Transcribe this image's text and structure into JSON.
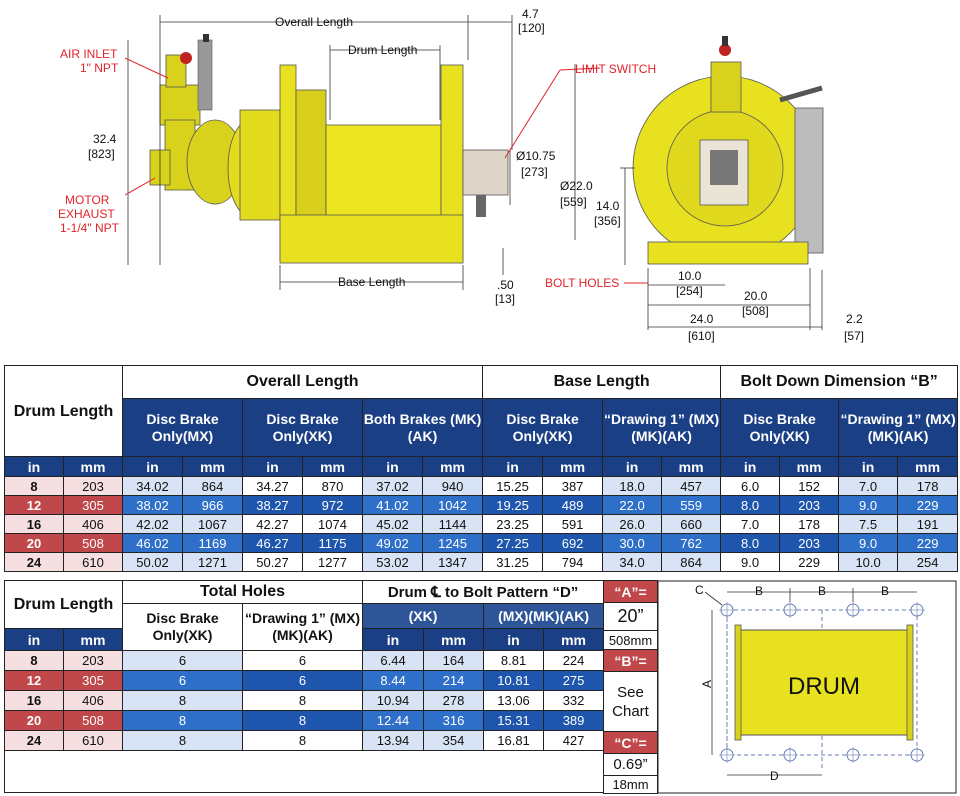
{
  "labels": {
    "overall_length": "Overall Length",
    "drum_length": "Drum Length",
    "dim_4_7": "4.7",
    "dim_120": "[120]",
    "air_inlet_1": "AIR INLET",
    "air_inlet_2": "1\" NPT",
    "limit_switch": "LIMIT SWITCH",
    "dim_32_4": "32.4",
    "dim_823": "[823]",
    "motor_exhaust_1": "MOTOR",
    "motor_exhaust_2": "EXHAUST",
    "motor_exhaust_3": "1-1/4\" NPT",
    "dia_10_75": "Ø10.75",
    "dim_273": "[273]",
    "dia_22": "Ø22.0",
    "dim_559": "[559]",
    "base_length": "Base Length",
    "dim_050": ".50",
    "dim_13": "[13]",
    "dim_14": "14.0",
    "dim_356": "[356]",
    "bolt_holes": "BOLT HOLES",
    "dim_10": "10.0",
    "dim_254": "[254]",
    "dim_20": "20.0",
    "dim_508": "[508]",
    "dim_24": "24.0",
    "dim_610": "[610]",
    "dim_2_2": "2.2",
    "dim_57": "[57]"
  },
  "table1": {
    "drum_length": "Drum Length",
    "groups": {
      "overall": "Overall Length",
      "base": "Base Length",
      "bolt": "Bolt Down Dimension “B”"
    },
    "sub": [
      "Disc Brake Only(MX)",
      "Disc Brake Only(XK)",
      "Both Brakes (MK)(AK)",
      "Disc Brake Only(XK)",
      "“Drawing 1” (MX)(MK)(AK)",
      "Disc Brake Only(XK)",
      "“Drawing 1” (MX)(MK)(AK)"
    ],
    "unit_in": "in",
    "unit_mm": "mm",
    "rows": [
      [
        "8",
        "203",
        "34.02",
        "864",
        "34.27",
        "870",
        "37.02",
        "940",
        "15.25",
        "387",
        "18.0",
        "457",
        "6.0",
        "152",
        "7.0",
        "178"
      ],
      [
        "12",
        "305",
        "38.02",
        "966",
        "38.27",
        "972",
        "41.02",
        "1042",
        "19.25",
        "489",
        "22.0",
        "559",
        "8.0",
        "203",
        "9.0",
        "229"
      ],
      [
        "16",
        "406",
        "42.02",
        "1067",
        "42.27",
        "1074",
        "45.02",
        "1144",
        "23.25",
        "591",
        "26.0",
        "660",
        "7.0",
        "178",
        "7.5",
        "191"
      ],
      [
        "20",
        "508",
        "46.02",
        "1169",
        "46.27",
        "1175",
        "49.02",
        "1245",
        "27.25",
        "692",
        "30.0",
        "762",
        "8.0",
        "203",
        "9.0",
        "229"
      ],
      [
        "24",
        "610",
        "50.02",
        "1271",
        "50.27",
        "1277",
        "53.02",
        "1347",
        "31.25",
        "794",
        "34.0",
        "864",
        "9.0",
        "229",
        "10.0",
        "254"
      ]
    ]
  },
  "table2": {
    "drum_length": "Drum Length",
    "total_holes": "Total Holes",
    "bolt_pattern": "Drum ℄ to Bolt Pattern “D”",
    "sub": [
      "Disc Brake Only(XK)",
      "“Drawing 1” (MX)(MK)(AK)",
      "(XK)",
      "(MX)(MK)(AK)"
    ],
    "unit_in": "in",
    "unit_mm": "mm",
    "rows": [
      [
        "8",
        "203",
        "6",
        "6",
        "6.44",
        "164",
        "8.81",
        "224"
      ],
      [
        "12",
        "305",
        "6",
        "6",
        "8.44",
        "214",
        "10.81",
        "275"
      ],
      [
        "16",
        "406",
        "8",
        "8",
        "10.94",
        "278",
        "13.06",
        "332"
      ],
      [
        "20",
        "508",
        "8",
        "8",
        "12.44",
        "316",
        "15.31",
        "389"
      ],
      [
        "24",
        "610",
        "8",
        "8",
        "13.94",
        "354",
        "16.81",
        "427"
      ]
    ],
    "side": {
      "a_label": "“A”=",
      "a_in": "20”",
      "a_mm": "508mm",
      "b_label": "“B”=",
      "b_val_1": "See",
      "b_val_2": "Chart",
      "c_label": "“C”=",
      "c_in": "0.69”",
      "c_mm": "18mm"
    }
  },
  "diagram": {
    "c": "C",
    "b1": "B",
    "b2": "B",
    "b3": "B",
    "a": "A",
    "d": "D",
    "drum": "DRUM"
  },
  "colors": {
    "yellow": "#e8e11f",
    "dark_blue": "#1b3f85",
    "red": "#c0474a",
    "callout_red": "#e0242a"
  }
}
